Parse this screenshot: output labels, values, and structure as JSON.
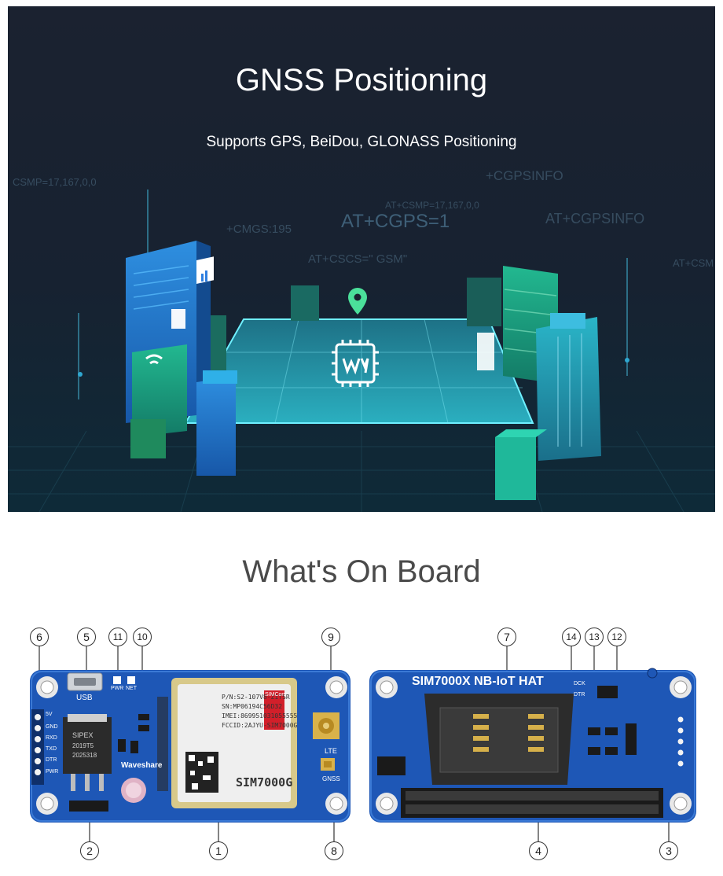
{
  "hero": {
    "title": "GNSS Positioning",
    "subtitle": "Supports GPS, BeiDou, GLONASS Positioning",
    "background_codes": [
      "CSMP=17,167,0,0",
      "+CGPSINFO",
      "AT+CSMP=17,167,0,0",
      "+CMGS:195",
      "AT+CGPS=1",
      "AT+CGPSINFO",
      "AT+CSCS=\" GSM\"",
      "AT+CSM"
    ],
    "icons": [
      "location-pin-icon",
      "chip-logo-icon",
      "wifi-icon",
      "signal-bars-icon"
    ]
  },
  "board_section": {
    "title": "What's On Board",
    "front": {
      "usb_label": "USB",
      "pwr_label": "PWR",
      "net_label": "NET",
      "brand": "Waveshare",
      "lte_label": "LTE",
      "gnss_label": "GNSS",
      "pin_labels": [
        "5V",
        "GND",
        "RXD",
        "TXD",
        "DTR",
        "PWR"
      ],
      "regulator_text": [
        "SIPEX",
        "2019T5",
        "2025318"
      ],
      "module_text": [
        "P/N:S2-107V8-Z1TSR",
        "SN:MP06194C56D32",
        "IMEI:869951031055555",
        "FCCID:2AJYU-SIM7000G"
      ],
      "module_model": "SIM7000G",
      "module_brand": "SIMCom",
      "callouts": [
        "6",
        "5",
        "11",
        "10",
        "9",
        "2",
        "1",
        "8"
      ]
    },
    "back": {
      "title": "SIM7000X NB-IoT HAT",
      "pin_labels": [
        "DTR",
        "DCK"
      ],
      "callouts": [
        "7",
        "14",
        "13",
        "12",
        "4",
        "3"
      ]
    }
  }
}
